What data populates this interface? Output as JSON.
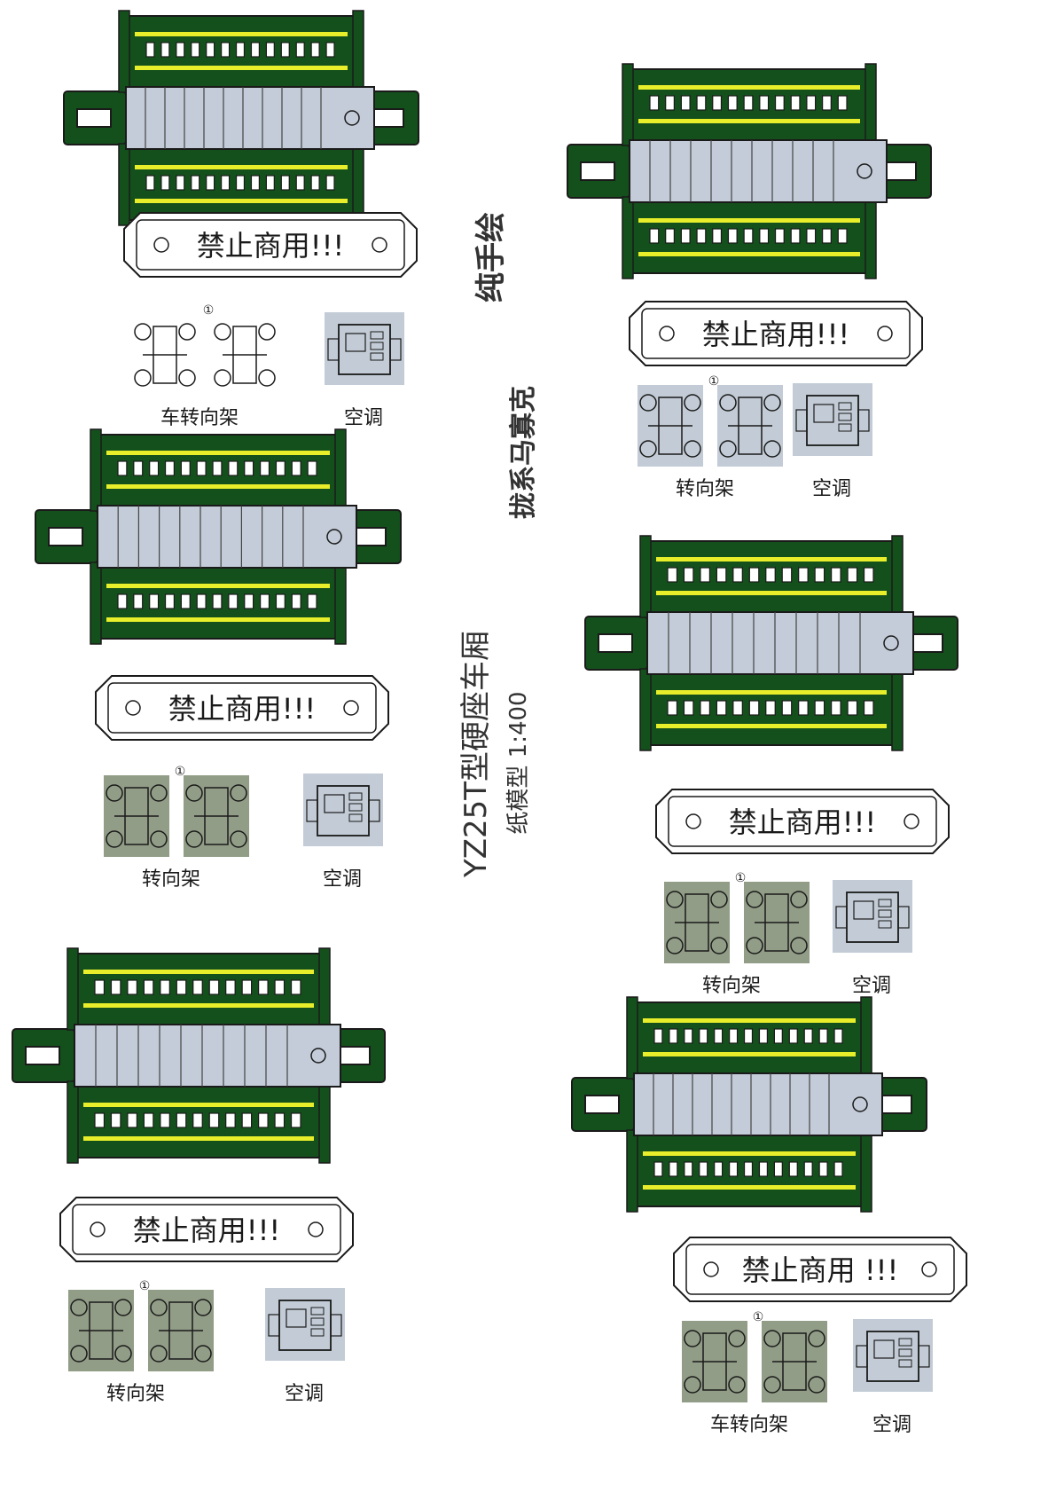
{
  "credit": {
    "author": "纯手绘",
    "designer": "拢系马寡克"
  },
  "model": {
    "name": "YZ25T型硬座车厢",
    "scale": "纸模型 1:400"
  },
  "colors": {
    "body_green": "#14501c",
    "stripe_yellow": "#e8ee2a",
    "roof_grey": "#c3ccd8",
    "part_grey": "#b9c3cf",
    "part_olive": "#7f8c72",
    "window_white": "#ffffff",
    "ink": "#1a1a1a"
  },
  "parts": [
    {
      "banner": "禁止商用!!!",
      "bogie_label": "车转向架",
      "ac_label": "空调",
      "glue_marks": "①",
      "parts_shade": "plain"
    },
    {
      "banner": "禁止商用!!!",
      "bogie_label": "转向架",
      "ac_label": "空调",
      "glue_marks": "①",
      "parts_shade": "grey"
    },
    {
      "banner": "禁止商用!!!",
      "bogie_label": "转向架",
      "ac_label": "空调",
      "glue_marks": "①",
      "parts_shade": "olive"
    },
    {
      "banner": "禁止商用!!!",
      "bogie_label": "转向架",
      "ac_label": "空调",
      "glue_marks": "①",
      "parts_shade": "olive"
    },
    {
      "banner": "禁止商用!!!",
      "bogie_label": "转向架",
      "ac_label": "空调",
      "glue_marks": "①",
      "parts_shade": "olive"
    },
    {
      "banner": "禁止商用 !!!",
      "bogie_label": "车转向架",
      "ac_label": "空调",
      "glue_marks": "①",
      "parts_shade": "olive"
    }
  ]
}
